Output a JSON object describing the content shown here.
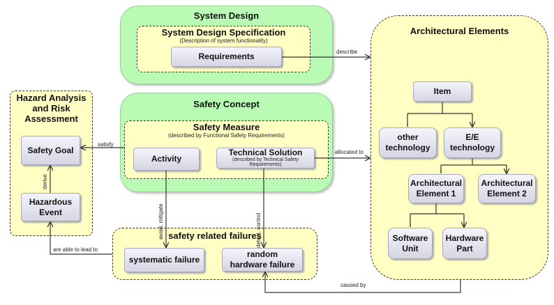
{
  "system_design": {
    "title": "System Design",
    "spec_title": "System Design Specification",
    "spec_sub": "(Description of system functionality)",
    "requirements": "Requirements"
  },
  "safety_concept": {
    "title": "Safety Concept",
    "measure_title": "Safety Measure",
    "measure_sub": "(described by Functional Safety Requirements)",
    "activity": "Activity",
    "tech_title": "Technical Solution",
    "tech_sub": "(described by Technical Safety Requirements)"
  },
  "hara": {
    "title": "Hazard Analysis and Risk Assessment",
    "safety_goal": "Safety Goal",
    "hazardous_event": "Hazardous Event"
  },
  "failures": {
    "title": "safety related failures",
    "systematic": "systematic  failure",
    "random": "random hardware failure"
  },
  "architecture": {
    "title": "Architectural Elements",
    "item": "Item",
    "other": "other technology",
    "ee": "E/E technology",
    "ae1": "Architectural Element 1",
    "ae2": "Architectural Element 2",
    "sw": "Software Unit",
    "hw": "Hardware Part"
  },
  "edges": {
    "describe": "describe",
    "allocated": "allocated to",
    "satisfy": "satisfy",
    "derive": "derive",
    "avoid": "avoid, mitigate",
    "detect": "detect, control",
    "lead": "are able to lead to",
    "caused": "caused by"
  },
  "colors": {
    "group": "#b9fbb5",
    "container": "#ffffc4",
    "node": "#e4e4ee"
  }
}
